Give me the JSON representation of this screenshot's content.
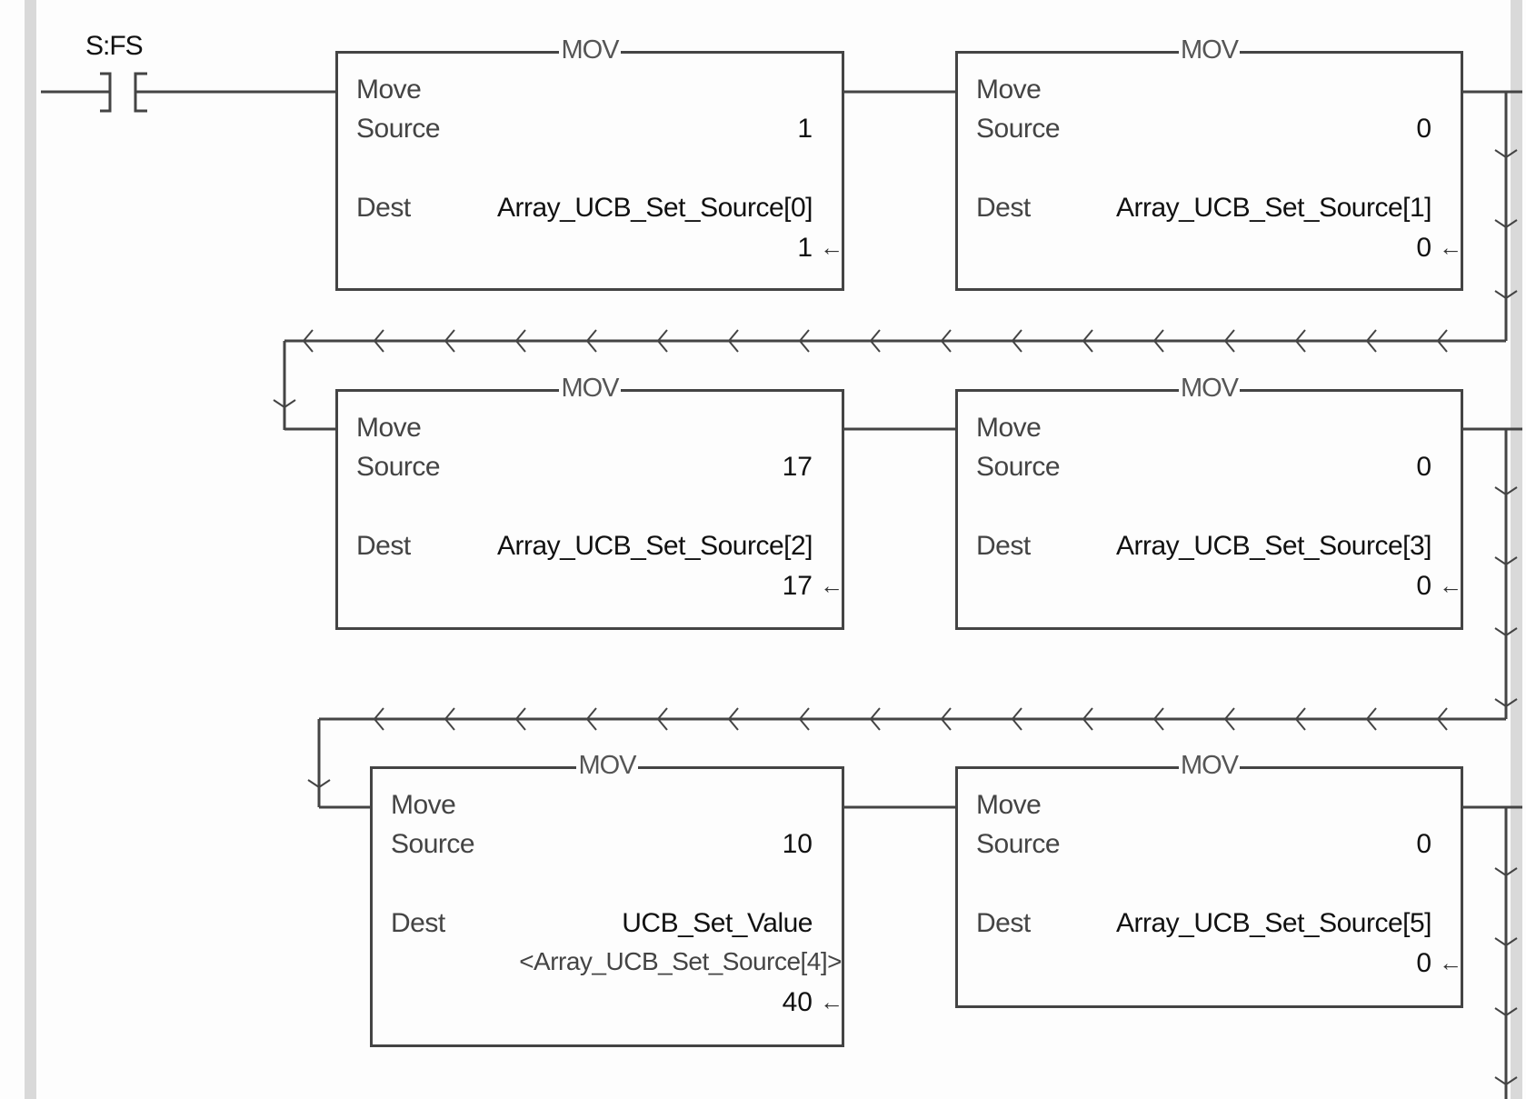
{
  "contact": {
    "type": "XIC",
    "tag": "S:FS"
  },
  "instructions": [
    {
      "mnemonic": "MOV",
      "name_label": "Move",
      "source_label": "Source",
      "source_value": "1",
      "dest_label": "Dest",
      "dest_tag": "Array_UCB_Set_Source[0]",
      "dest_alias": null,
      "dest_value": "1"
    },
    {
      "mnemonic": "MOV",
      "name_label": "Move",
      "source_label": "Source",
      "source_value": "0",
      "dest_label": "Dest",
      "dest_tag": "Array_UCB_Set_Source[1]",
      "dest_alias": null,
      "dest_value": "0"
    },
    {
      "mnemonic": "MOV",
      "name_label": "Move",
      "source_label": "Source",
      "source_value": "17",
      "dest_label": "Dest",
      "dest_tag": "Array_UCB_Set_Source[2]",
      "dest_alias": null,
      "dest_value": "17"
    },
    {
      "mnemonic": "MOV",
      "name_label": "Move",
      "source_label": "Source",
      "source_value": "0",
      "dest_label": "Dest",
      "dest_tag": "Array_UCB_Set_Source[3]",
      "dest_alias": null,
      "dest_value": "0"
    },
    {
      "mnemonic": "MOV",
      "name_label": "Move",
      "source_label": "Source",
      "source_value": "10",
      "dest_label": "Dest",
      "dest_tag": "UCB_Set_Value",
      "dest_alias": "<Array_UCB_Set_Source[4]>",
      "dest_value": "40"
    },
    {
      "mnemonic": "MOV",
      "name_label": "Move",
      "source_label": "Source",
      "source_value": "0",
      "dest_label": "Dest",
      "dest_tag": "Array_UCB_Set_Source[5]",
      "dest_alias": null,
      "dest_value": "0"
    }
  ],
  "icons": {
    "value_arrow": "←",
    "flow_arrow_left": "left-chevron",
    "flow_arrow_down": "down-chevron"
  },
  "colors": {
    "wire": "#444444",
    "rail": "#d9d9d9",
    "background": "#fdfdfd"
  }
}
